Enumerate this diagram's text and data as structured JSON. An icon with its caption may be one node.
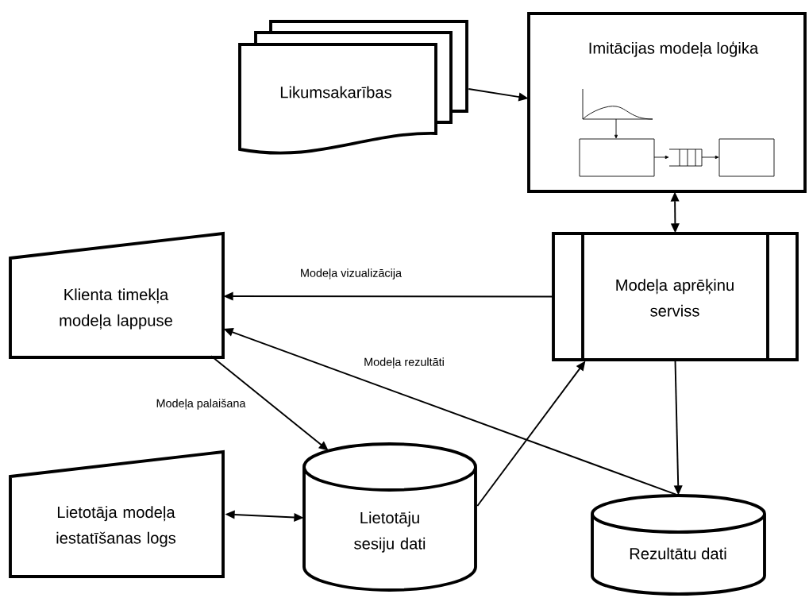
{
  "diagram": {
    "nodes": [
      {
        "text": [
          "Likumsakarības"
        ]
      },
      {
        "text": [
          "Imitācijas modeļa loģika"
        ]
      },
      {
        "text": [
          "Klienta timekļa modeļa lappuse"
        ]
      },
      {
        "text": [
          "Modeļa aprēķinu serviss"
        ]
      },
      {
        "text": [
          "Lietotāja modeļa iestatīšanas logs"
        ]
      },
      {
        "text": [
          "Lietotāju sesiju dati"
        ]
      },
      {
        "text": [
          "Rezultātu dati"
        ]
      }
    ],
    "edges": [
      {
        "from": 0,
        "to": 1,
        "arrow": "to"
      },
      {
        "from": 3,
        "to": 1,
        "arrow": "both"
      },
      {
        "from": 3,
        "to": 2,
        "arrow": "to",
        "label": "Modeļa vizualizācija"
      },
      {
        "from": 6,
        "to": 2,
        "arrow": "to",
        "label": "Modeļa rezultāti"
      },
      {
        "from": 2,
        "to": 5,
        "arrow": "to",
        "label": "Modeļa palaišana"
      },
      {
        "from": 4,
        "to": 5,
        "arrow": "both"
      },
      {
        "from": 5,
        "to": 3,
        "arrow": "to"
      },
      {
        "from": 3,
        "to": 6,
        "arrow": "to"
      }
    ]
  }
}
